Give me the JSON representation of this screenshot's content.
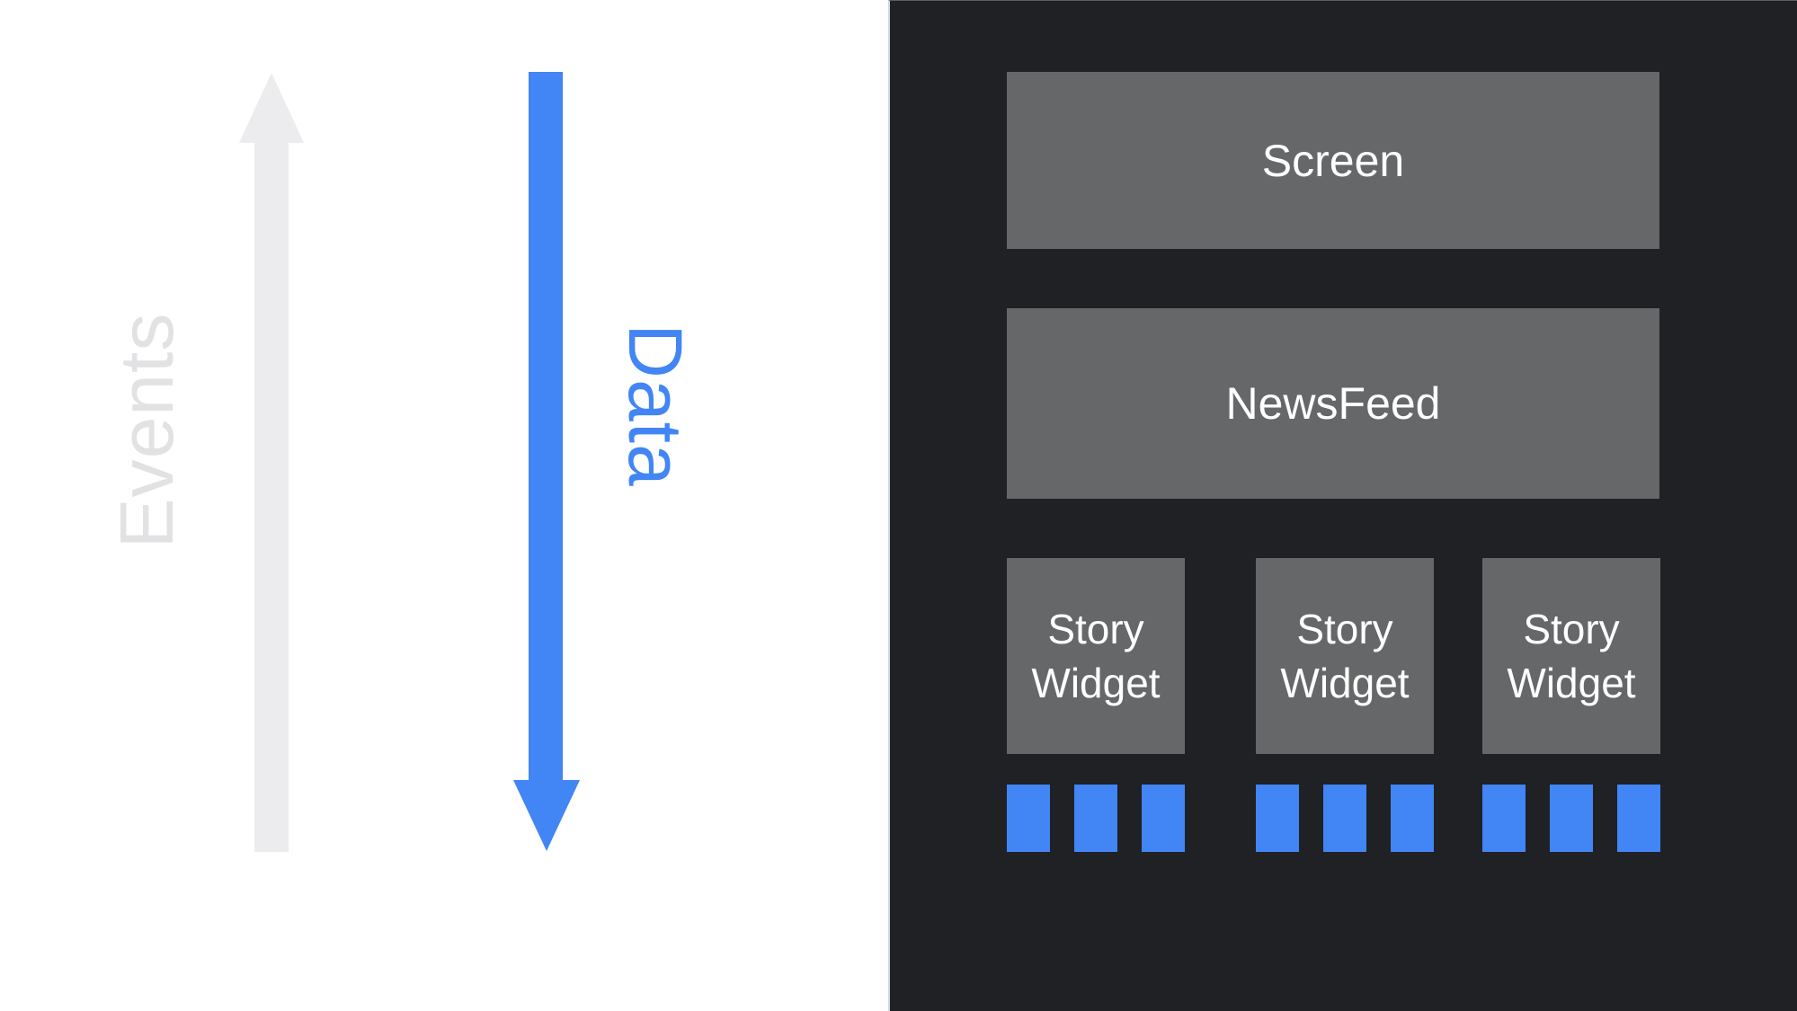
{
  "slide": {
    "left": {
      "events_label": "Events",
      "data_label": "Data",
      "events_arrow_direction": "up",
      "data_arrow_direction": "down"
    },
    "right": {
      "screen_label": "Screen",
      "newsfeed_label": "NewsFeed",
      "stories": [
        {
          "label": "Story Widget",
          "squares": 3
        },
        {
          "label": "Story Widget",
          "squares": 3
        },
        {
          "label": "Story Widget",
          "squares": 3
        }
      ]
    },
    "colors": {
      "accent_blue": "#4285f4",
      "panel_dark": "#1f2125",
      "box_gray": "#656769",
      "arrow_light_gray": "#ececee",
      "events_text_gray": "#e2e2e4",
      "box_text_white": "#ffffff",
      "background_white": "#ffffff"
    }
  }
}
